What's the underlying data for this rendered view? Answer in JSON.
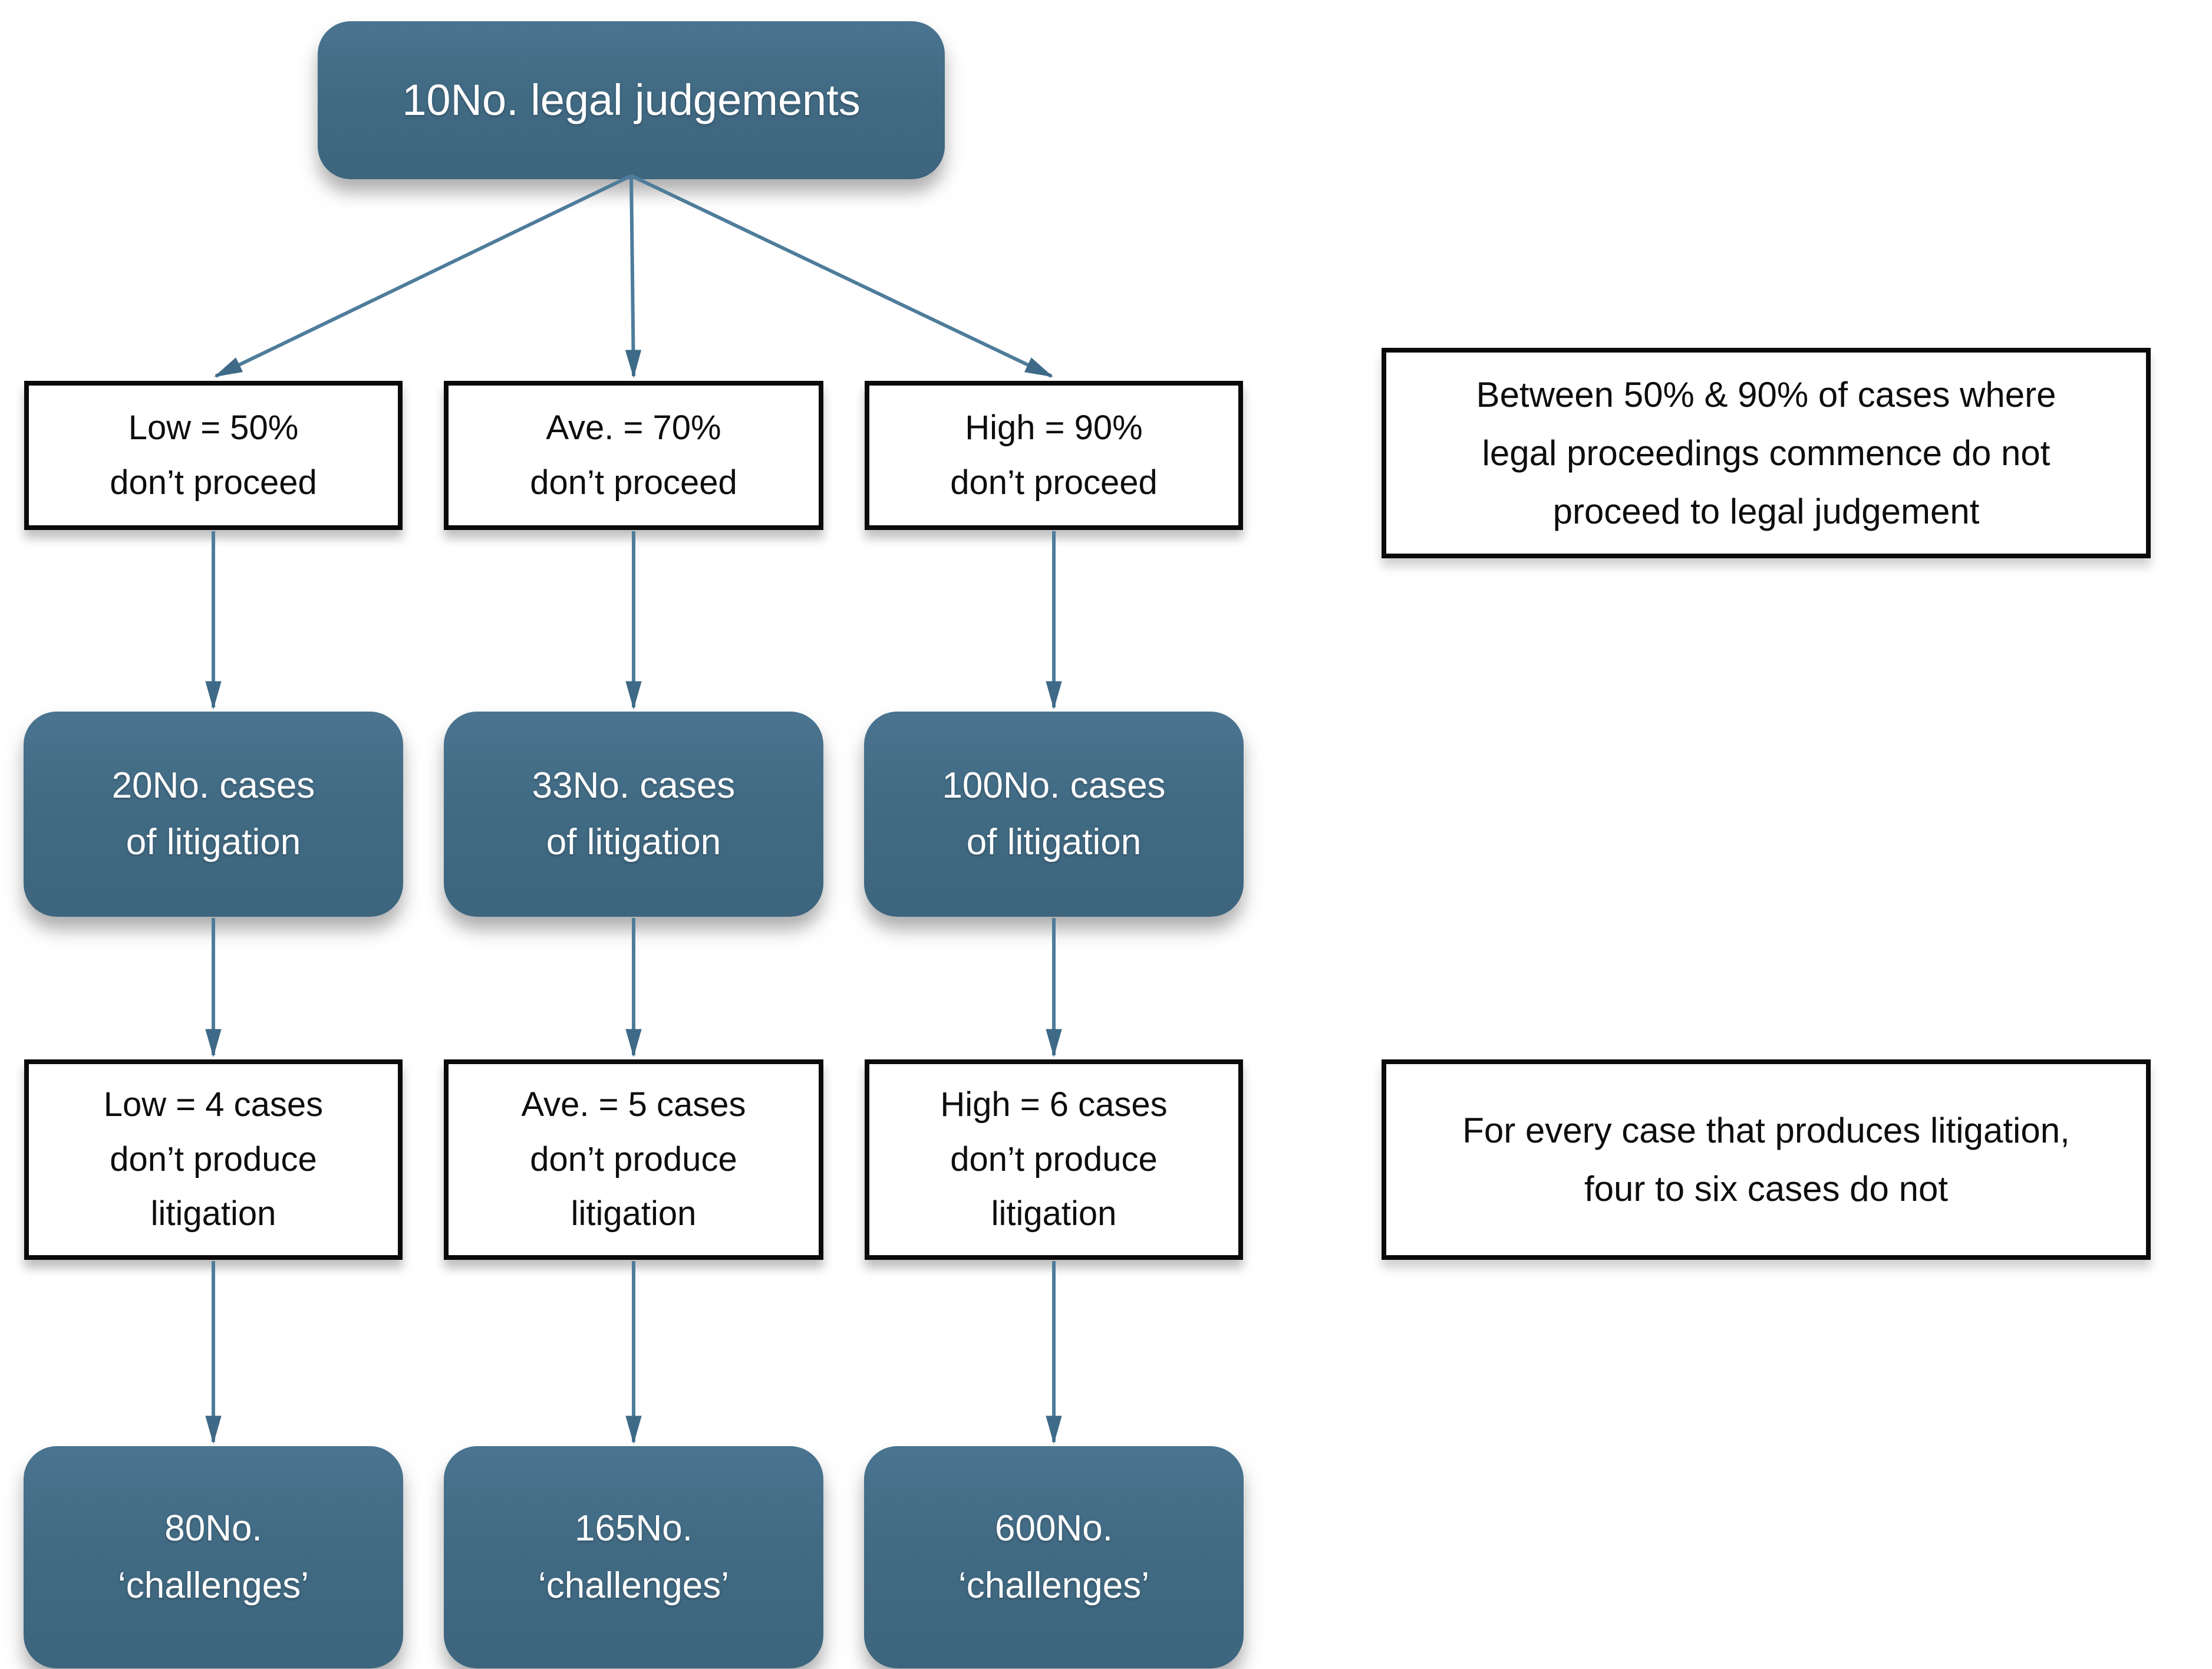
{
  "colors": {
    "teal_box_fill": "#416a83",
    "teal_box_fill_top": "#4a7490",
    "arrow_line": "#4e7c9b",
    "arrow_head": "#3e6a87",
    "box_border": "#0a0a0a",
    "box_text_dark": "#0d0d0d",
    "box_text_light": "#ffffff",
    "background": "#ffffff"
  },
  "flowchart": {
    "root": "10No. legal judgements",
    "columns": [
      {
        "name": "low",
        "rate": "Low = 50%\ndon’t proceed",
        "litigation": "20No. cases\nof litigation",
        "no_litigation": "Low = 4 cases\ndon’t produce\nlitigation",
        "challenges": "80No.\n‘challenges’"
      },
      {
        "name": "average",
        "rate": "Ave. = 70%\ndon’t proceed",
        "litigation": "33No. cases\nof litigation",
        "no_litigation": "Ave. = 5 cases\ndon’t produce\nlitigation",
        "challenges": "165No.\n‘challenges’"
      },
      {
        "name": "high",
        "rate": "High = 90%\ndon’t proceed",
        "litigation": "100No. cases\nof litigation",
        "no_litigation": "High = 6 cases\ndon’t produce\nlitigation",
        "challenges": "600No.\n‘challenges’"
      }
    ],
    "notes": [
      {
        "text": "Between 50% & 90% of cases where\nlegal proceedings commence do not\nproceed to legal judgement"
      },
      {
        "text": "For every case that produces litigation,\nfour to six cases do not"
      }
    ]
  }
}
